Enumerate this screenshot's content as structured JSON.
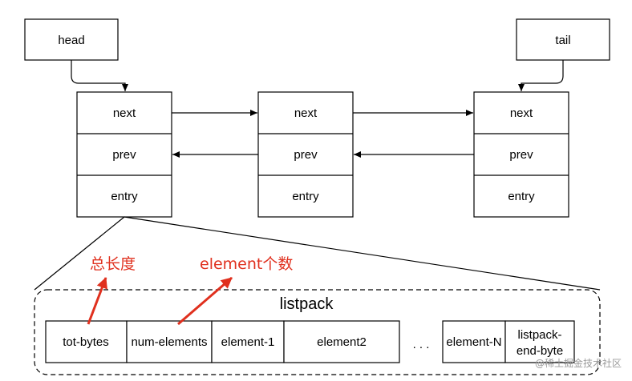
{
  "top": {
    "head_label": "head",
    "tail_label": "tail",
    "nodes": [
      {
        "fields": [
          "next",
          "prev",
          "entry"
        ]
      },
      {
        "fields": [
          "next",
          "prev",
          "entry"
        ]
      },
      {
        "fields": [
          "next",
          "prev",
          "entry"
        ]
      }
    ]
  },
  "listpack": {
    "title": "listpack",
    "cells": [
      "tot-bytes",
      "num-elements",
      "element-1",
      "element2"
    ],
    "ellipsis": ". . .",
    "element_n": "element-N",
    "end_byte_line1": "listpack-",
    "end_byte_line2": "end-byte"
  },
  "annotations": {
    "total_length": "总长度",
    "element_count": "element个数"
  },
  "watermark": "@稀土掘金技术社区"
}
